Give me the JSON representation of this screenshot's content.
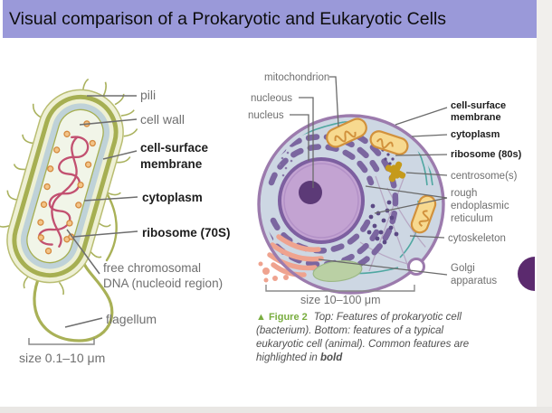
{
  "window": {
    "title": "Visual comparison of a Prokaryotic and Eukaryotic Cells"
  },
  "prokaryote": {
    "labels": {
      "pili": "pili",
      "cell_wall": "cell wall",
      "membrane_line1": "cell-surface",
      "membrane_line2": "membrane",
      "cytoplasm": "cytoplasm",
      "ribosome": "ribosome (70S)",
      "dna_line1": "free chromosomal",
      "dna_line2": "DNA (nucleoid region)",
      "flagellum": "flagellum",
      "size": "size 0.1–10 μm"
    }
  },
  "eukaryote": {
    "labels": {
      "mitochondrion": "mitochondrion",
      "nucleolus": "nucleous",
      "nucleus": "nucleus",
      "membrane_line1": "cell-surface",
      "membrane_line2": "membrane",
      "cytoplasm": "cytoplasm",
      "ribosome": "ribosome (80s)",
      "centrosome": "centrosome(s)",
      "er_line1": "rough",
      "er_line2": "endoplasmic",
      "er_line3": "reticulum",
      "cytoskeleton": "cytoskeleton",
      "golgi_line1": "Golgi",
      "golgi_line2": "apparatus",
      "size": "size 10–100 μm"
    }
  },
  "caption": {
    "figure_label": "▲ Figure 2",
    "line1": "Top: Features of prokaryotic cell",
    "line2": "(bacterium). Bottom: features of a typical",
    "line3": "eukaryotic cell (animal). Common features are",
    "line4_prefix": "highlighted in ",
    "line4_bold": "bold"
  },
  "colors": {
    "header_bg": "#9a99d9",
    "figure_green": "#79ad3f",
    "handle_purple": "#5b2a6e"
  }
}
